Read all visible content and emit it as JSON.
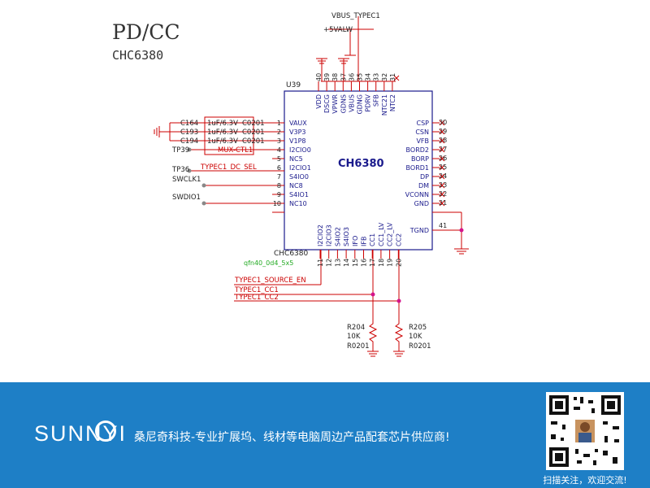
{
  "title": "PD/CC",
  "subtitle": "CHC6380",
  "chip": {
    "ref": "U39",
    "name": "CH6380",
    "package_ref": "CHC6380",
    "footprint": "qfn40_0d4_5x5",
    "top_pins": [
      {
        "num": "40",
        "name": "VDD"
      },
      {
        "num": "39",
        "name": "DSCG"
      },
      {
        "num": "38",
        "name": "VPWR"
      },
      {
        "num": "37",
        "name": "GDNS"
      },
      {
        "num": "36",
        "name": "VBUS"
      },
      {
        "num": "35",
        "name": "GDNG"
      },
      {
        "num": "34",
        "name": "PDRV"
      },
      {
        "num": "33",
        "name": "SFB"
      },
      {
        "num": "32",
        "name": "NTC21"
      },
      {
        "num": "31",
        "name": "NTC2"
      }
    ],
    "left_pins": [
      {
        "num": "1",
        "name": "VAUX"
      },
      {
        "num": "2",
        "name": "V3P3"
      },
      {
        "num": "3",
        "name": "V1P8"
      },
      {
        "num": "4",
        "name": "I2CIO0"
      },
      {
        "num": "5",
        "name": "NC5"
      },
      {
        "num": "6",
        "name": "I2CIO1"
      },
      {
        "num": "7",
        "name": "S4IO0"
      },
      {
        "num": "8",
        "name": "NC8"
      },
      {
        "num": "9",
        "name": "S4IO1"
      },
      {
        "num": "10",
        "name": "NC10"
      }
    ],
    "right_pins": [
      {
        "num": "30",
        "name": "CSP"
      },
      {
        "num": "29",
        "name": "CSN"
      },
      {
        "num": "28",
        "name": "VFB"
      },
      {
        "num": "27",
        "name": "BORD2"
      },
      {
        "num": "26",
        "name": "BORP"
      },
      {
        "num": "25",
        "name": "BORD1"
      },
      {
        "num": "24",
        "name": "DP"
      },
      {
        "num": "23",
        "name": "DM"
      },
      {
        "num": "22",
        "name": "VCONN"
      },
      {
        "num": "21",
        "name": "GND"
      }
    ],
    "tgnd_pin": {
      "num": "41",
      "name": "TGND"
    },
    "bottom_pins": [
      {
        "num": "11",
        "name": "I2CIO2"
      },
      {
        "num": "12",
        "name": "I2CIO3"
      },
      {
        "num": "13",
        "name": "S4IO2"
      },
      {
        "num": "14",
        "name": "S4IO3"
      },
      {
        "num": "15",
        "name": "IFO"
      },
      {
        "num": "16",
        "name": "IFB"
      },
      {
        "num": "17",
        "name": "CC1"
      },
      {
        "num": "18",
        "name": "CC1_LV"
      },
      {
        "num": "19",
        "name": "CC2_LV"
      },
      {
        "num": "20",
        "name": "CC2"
      }
    ]
  },
  "capacitors": [
    {
      "ref": "C164",
      "value": "1uF/6.3V",
      "pkg": "C0201"
    },
    {
      "ref": "C193",
      "value": "1uF/6.3V",
      "pkg": "C0201"
    },
    {
      "ref": "C194",
      "value": "1uF/6.3V",
      "pkg": "C0201"
    }
  ],
  "power_labels": {
    "vbus": "VBUS_TYPEC1",
    "valw": "+5VALW"
  },
  "nets": {
    "mux": "MUX-CTL1",
    "dc_sel": "TYPEC1_DC_SEL",
    "source_en": "TYPEC1_SOURCE_EN",
    "cc1": "TYPEC1_CC1",
    "cc2": "TYPEC1_CC2"
  },
  "test_points": {
    "tp39": "TP39",
    "tp36": "TP36",
    "swclk": "SWCLK1",
    "swdio": "SWDIO1"
  },
  "resistors": [
    {
      "ref": "R204",
      "value": "10K",
      "pkg": "R0201"
    },
    {
      "ref": "R205",
      "value": "10K",
      "pkg": "R0201"
    }
  ],
  "footer": {
    "brand": "SUNNYI",
    "slogan": "桑尼奇科技-专业扩展坞、线材等电脑周边产品配套芯片供应商!",
    "qr_caption": "扫描关注，欢迎交流!"
  },
  "colors": {
    "wire": "#cc0000",
    "body": "#1a1a8c",
    "footer": "#1e7fc6",
    "node": "#d4148c",
    "footprint": "#22aa22"
  }
}
